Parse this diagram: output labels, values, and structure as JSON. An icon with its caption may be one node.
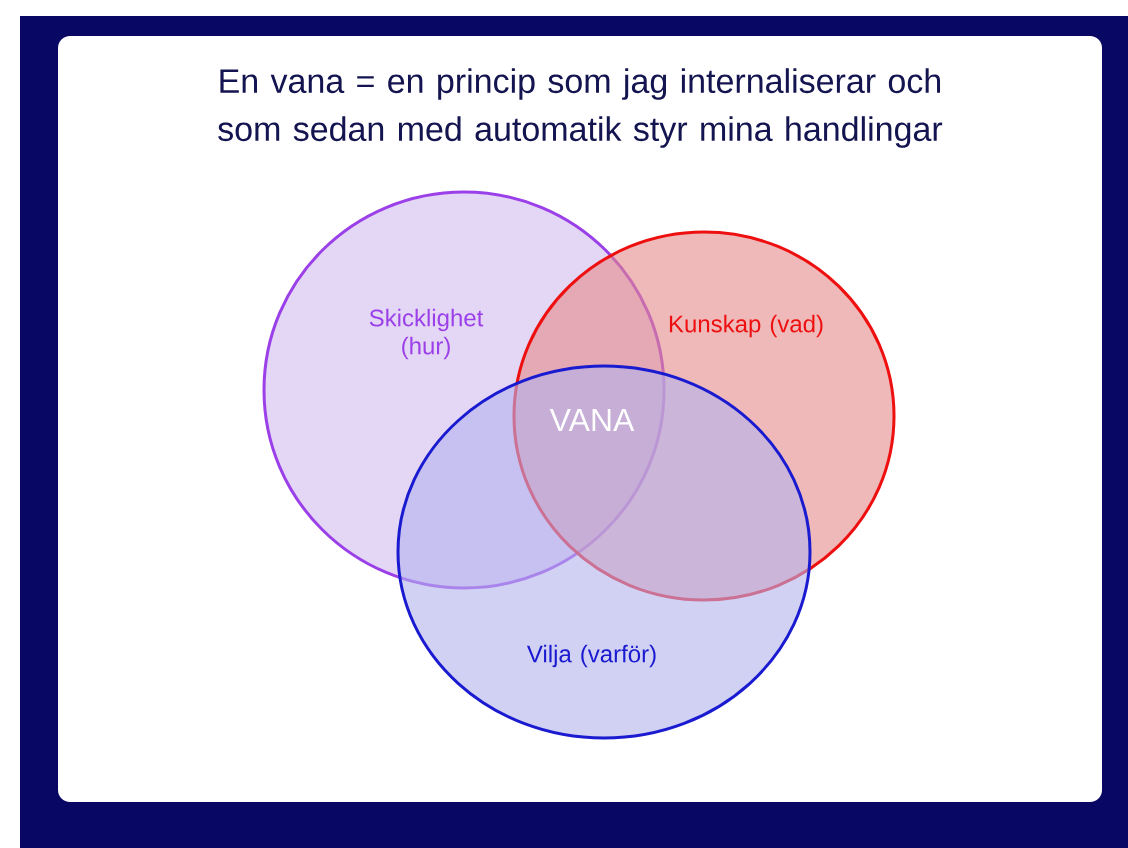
{
  "diagram": {
    "title": "En vana = en princip som jag internaliserar och som sedan med automatik styr mina handlingar",
    "nodes": [
      {
        "text": [
          "Skicklighet (hur)"
        ]
      },
      {
        "text": [
          "Kunskap (vad)"
        ]
      },
      {
        "text": [
          "Vilja (varför)"
        ]
      }
    ],
    "labels": [
      "VANA"
    ]
  }
}
